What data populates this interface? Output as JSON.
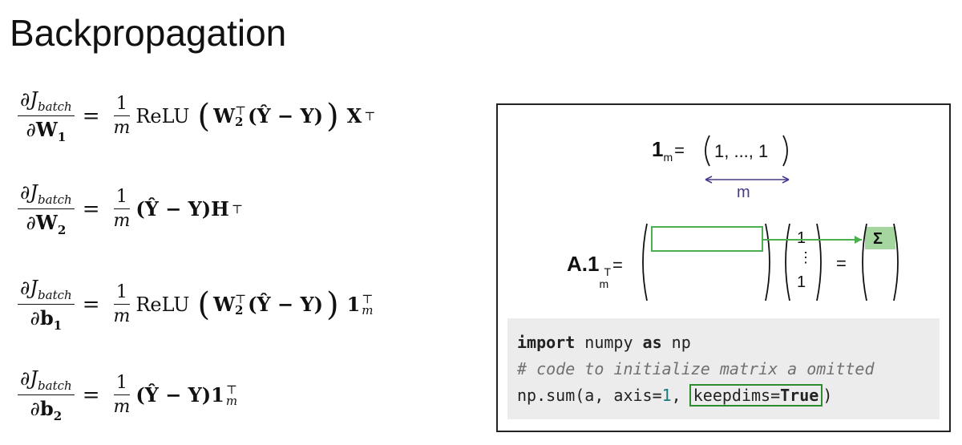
{
  "slide": {
    "title": "Backpropagation"
  },
  "equations": [
    {
      "num_prefix": "∂",
      "num_var": "J",
      "num_sub": "batch",
      "den_prefix": "∂",
      "den_var": "W",
      "den_sub": "1",
      "equals": "=",
      "coef_num": "1",
      "coef_den": "m",
      "func": "ReLU",
      "inner_w": "W",
      "inner_w_sup": "⊤",
      "inner_w_sub": "2",
      "inner_diff": "(Ŷ − Y)",
      "tail": "X",
      "tail_sup": "⊤"
    },
    {
      "num_prefix": "∂",
      "num_var": "J",
      "num_sub": "batch",
      "den_prefix": "∂",
      "den_var": "W",
      "den_sub": "2",
      "equals": "=",
      "coef_num": "1",
      "coef_den": "m",
      "inner_diff": "(Ŷ − Y)",
      "tail": "H",
      "tail_sup": "⊤"
    },
    {
      "num_prefix": "∂",
      "num_var": "J",
      "num_sub": "batch",
      "den_prefix": "∂",
      "den_var": "b",
      "den_sub": "1",
      "equals": "=",
      "coef_num": "1",
      "coef_den": "m",
      "func": "ReLU",
      "inner_w": "W",
      "inner_w_sup": "⊤",
      "inner_w_sub": "2",
      "inner_diff": "(Ŷ − Y)",
      "tail": "1",
      "tail_sup": "⊤",
      "tail_sub": "m"
    },
    {
      "num_prefix": "∂",
      "num_var": "J",
      "num_sub": "batch",
      "den_prefix": "∂",
      "den_var": "b",
      "den_sub": "2",
      "equals": "=",
      "coef_num": "1",
      "coef_den": "m",
      "inner_diff": "(Ŷ − Y)",
      "tail": "1",
      "tail_sup": "⊤",
      "tail_sub": "m"
    }
  ],
  "panel": {
    "ones_label": "1",
    "ones_sub": "m",
    "ones_eq": "=",
    "ones_vector": "1, ..., 1",
    "dim_label": "m",
    "prod_label": "A.1",
    "prod_sub": "m",
    "prod_sup": "T",
    "prod_eq": "=",
    "col_top": "1",
    "col_dots": "⋮",
    "col_bottom": "1",
    "result_eq": "=",
    "result_symbol": "Σ",
    "colors": {
      "green": "#4caf50",
      "green_fill": "#a5d6a0",
      "purple": "#4b3a8c"
    }
  },
  "code": {
    "line1_kw1": "import",
    "line1_mid": " numpy ",
    "line1_kw2": "as",
    "line1_end": " np",
    "line2": "# code to initialize matrix a omitted",
    "line3_a": "np.sum(a, axis=",
    "line3_num": "1",
    "line3_b": ", ",
    "line3_hl_a": "keepdims=",
    "line3_hl_kw": "True",
    "line3_end": ")"
  }
}
